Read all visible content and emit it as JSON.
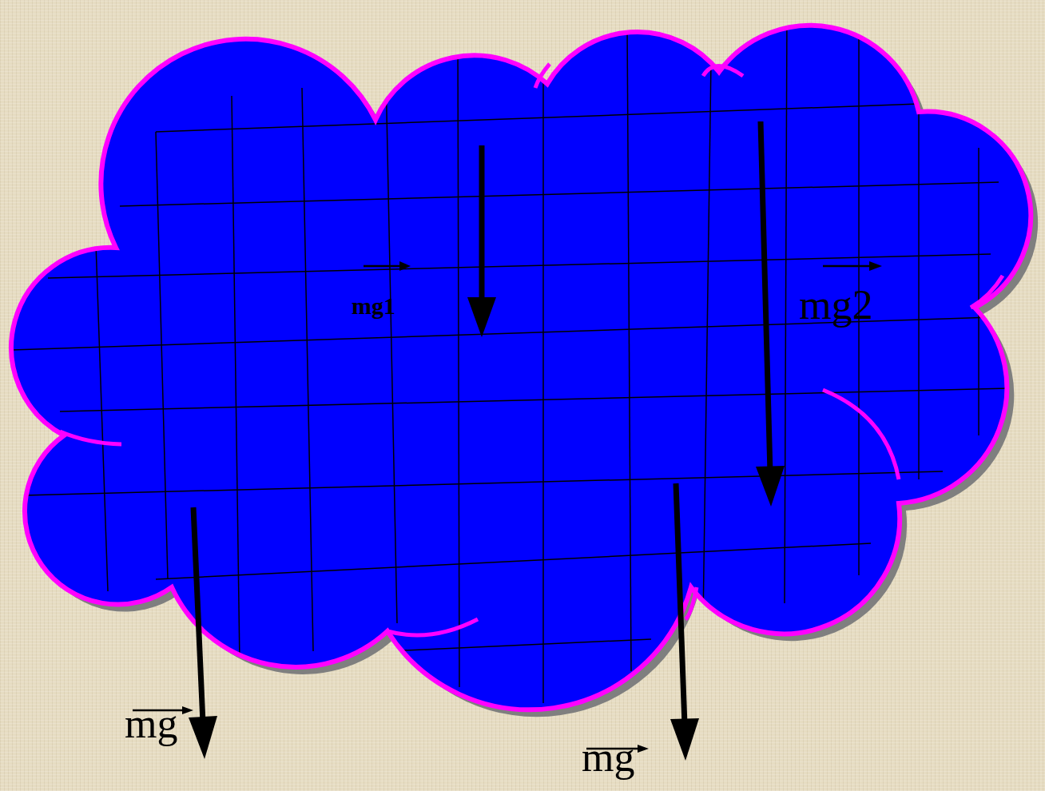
{
  "diagram": {
    "labels": [
      "mg1",
      "mg2",
      "mg",
      "mg"
    ]
  }
}
